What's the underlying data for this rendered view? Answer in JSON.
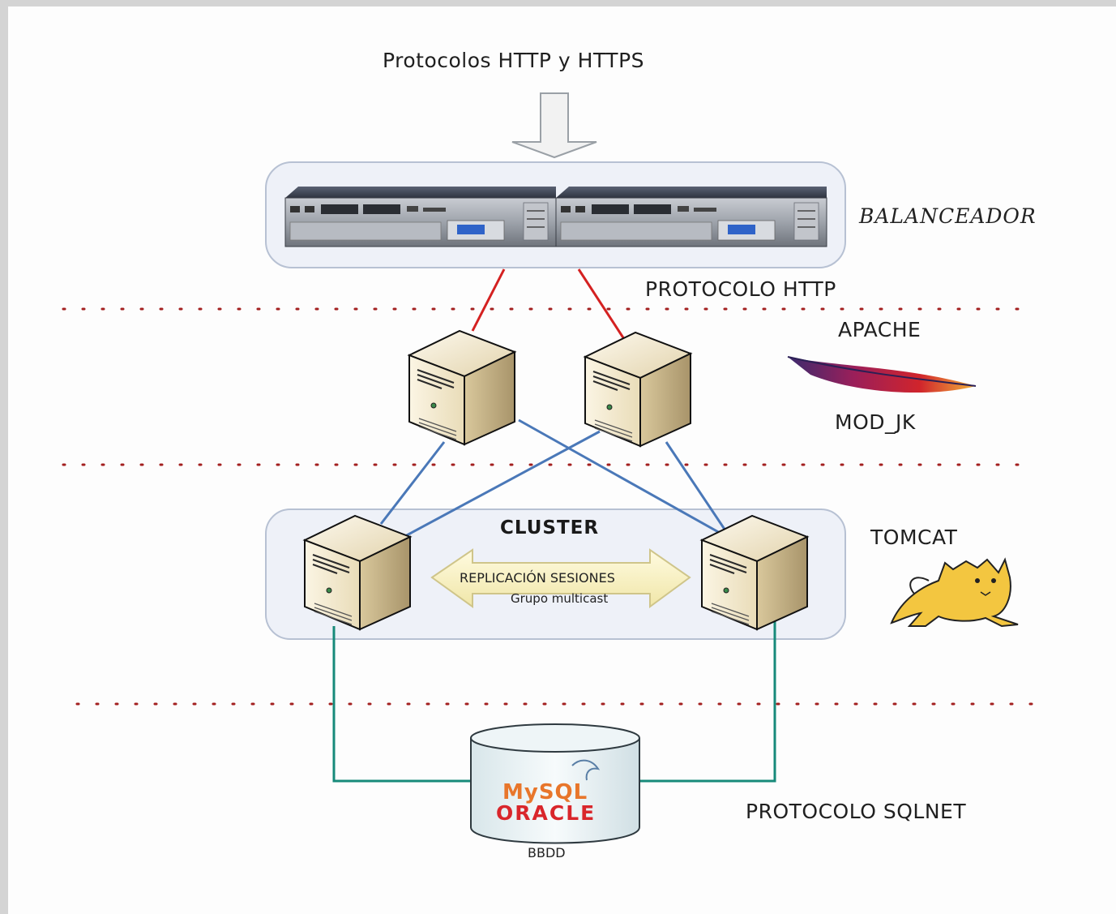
{
  "title": "Protocolos HTTP y HTTPS",
  "layers": {
    "balancer": "BALANCEADOR",
    "http_protocol": "PROTOCOLO HTTP",
    "apache": "APACHE",
    "mod_jk": "MOD_JK",
    "tomcat": "TOMCAT",
    "sqlnet_protocol": "PROTOCOLO SQLNET"
  },
  "cluster": {
    "title": "CLUSTER",
    "replication": "REPLICACIÓN SESIONES",
    "multicast": "Grupo multicast"
  },
  "database": {
    "label": "BBDD",
    "brand_mysql": "MySQL",
    "brand_oracle": "ORACLE"
  },
  "colors": {
    "balancer_link": "#d42121",
    "apache_tomcat_link": "#4a78b8",
    "db_link": "#178a7a",
    "separator_dots": "#a32020",
    "container_fill": "#eef1f8"
  },
  "icons": [
    "load-balancer-icon",
    "server-icon",
    "apache-feather-icon",
    "tomcat-cat-icon",
    "database-icon"
  ]
}
